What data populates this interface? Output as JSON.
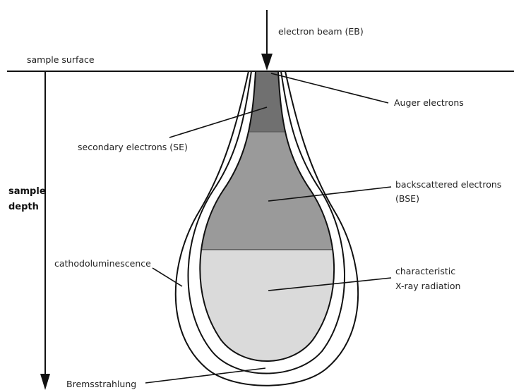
{
  "labels": {
    "electron_beam": "electron beam (EB)",
    "sample_surface": "sample surface",
    "sample_depth_line1": "sample",
    "sample_depth_line2": "depth",
    "auger": "Auger electrons",
    "secondary": "secondary electrons (SE)",
    "backscattered_line1": "backscattered electrons",
    "backscattered_line2": "(BSE)",
    "cathodoluminescence": "cathodoluminescence",
    "characteristic_line1": "characteristic",
    "characteristic_line2": "X-ray radiation",
    "bremsstrahlung": "Bremsstrahlung"
  },
  "colors": {
    "auger_region": "#707070",
    "backscatter_region": "#9a9a9a",
    "xray_region": "#dadada",
    "outline": "#111111",
    "background": "#ffffff"
  }
}
